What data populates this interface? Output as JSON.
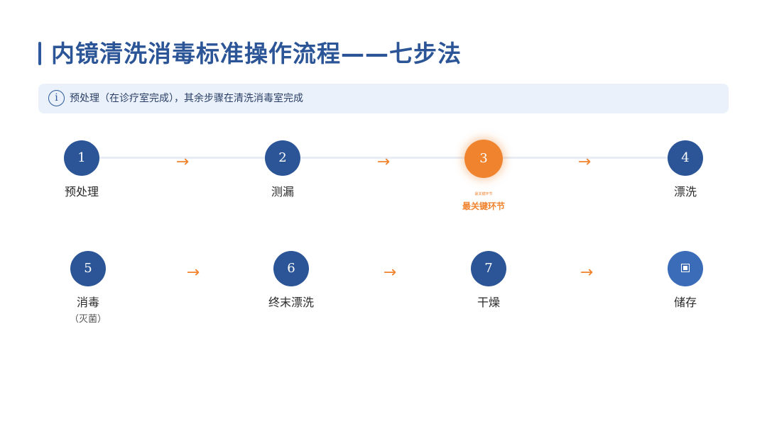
{
  "title": "内镜清洗消毒标准操作流程——七步法",
  "note": {
    "icon": "info-icon",
    "icon_glyph": "i",
    "text": "预处理（在诊疗室完成），其余步骤在清洗消毒室完成"
  },
  "arrow_glyph": "→",
  "steps": [
    {
      "number": "1",
      "label": "预处理"
    },
    {
      "number": "2",
      "label": "测漏"
    },
    {
      "number": "3",
      "label": "最关键环节",
      "small_text": "最关键环节",
      "highlight": true
    },
    {
      "number": "4",
      "label": "漂洗"
    },
    {
      "number": "5",
      "label": "消毒",
      "sub": "（灭菌）"
    },
    {
      "number": "6",
      "label": "终末漂洗"
    },
    {
      "number": "7",
      "label": "干燥"
    },
    {
      "icon": "storage-icon",
      "label": "储存"
    }
  ],
  "colors": {
    "primary": "#2b5597",
    "accent": "#f0832e",
    "note_bg": "#eaf1fa"
  }
}
